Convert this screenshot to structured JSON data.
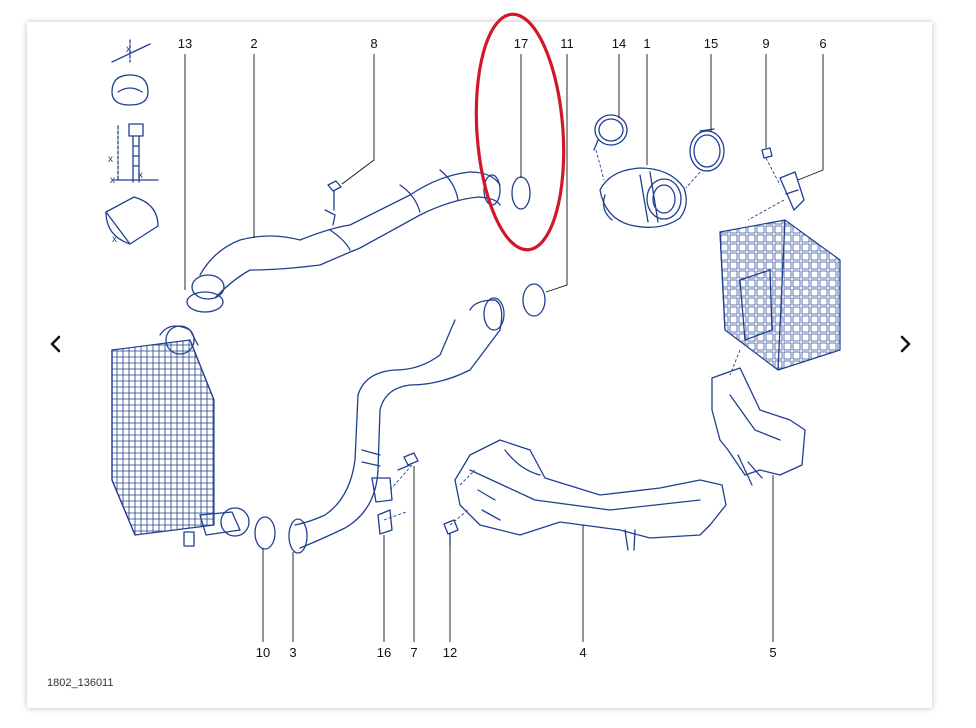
{
  "diagram": {
    "reference_code": "1802_136011",
    "callouts": [
      {
        "label": "13"
      },
      {
        "label": "2"
      },
      {
        "label": "8"
      },
      {
        "label": "17"
      },
      {
        "label": "11"
      },
      {
        "label": "14"
      },
      {
        "label": "1"
      },
      {
        "label": "15"
      },
      {
        "label": "9"
      },
      {
        "label": "6"
      },
      {
        "label": "10"
      },
      {
        "label": "3"
      },
      {
        "label": "16"
      },
      {
        "label": "7"
      },
      {
        "label": "12"
      },
      {
        "label": "4"
      },
      {
        "label": "5"
      }
    ],
    "legend_marks": [
      "x",
      "x",
      "x",
      "x",
      "x"
    ]
  },
  "navigation": {
    "prev_icon": "chevron-left-icon",
    "next_icon": "chevron-right-icon"
  },
  "colors": {
    "part_line": "#1f3f8f",
    "highlight": "#d0182a",
    "leader": "#111111"
  }
}
